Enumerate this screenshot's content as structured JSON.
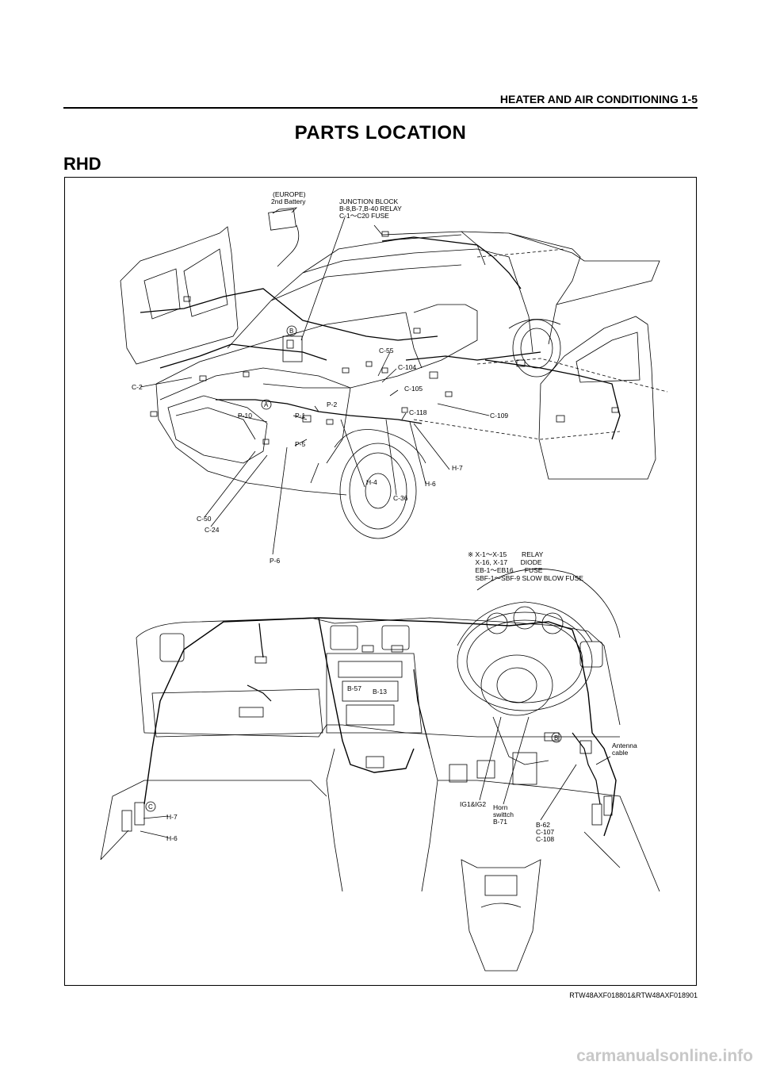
{
  "header": {
    "section": "HEATER AND AIR CONDITIONING  1-5"
  },
  "title": "PARTS LOCATION",
  "subtitle": "RHD",
  "labels": {
    "europe": "(EUROPE)",
    "battery": "2nd Battery",
    "junction1": "JUNCTION BLOCK",
    "junction2": "B-8,B-7,B-40 RELAY",
    "junction3": "C-1～C20 FUSE",
    "c2": "C-2",
    "c55": "C-55",
    "c104": "C-104",
    "c105": "C-105",
    "c118": "C-118",
    "c109": "C-109",
    "p10": "P-10",
    "p1": "P-1",
    "p2": "P-2",
    "p5": "P-5",
    "h4": "H-4",
    "h6_top": "H-6",
    "h7_top": "H-7",
    "c36": "C-36",
    "c50": "C-50",
    "c24": "C-24",
    "p6": "P-6",
    "b57": "B-57",
    "b13": "B-13",
    "antenna1": "Antenna",
    "antenna2": "cable",
    "ig": "IG1&IG2",
    "horn1": "Horn",
    "horn2": "swittch",
    "horn3": "B-71",
    "b62": "B-62",
    "c107": "C-107",
    "c108": "C-108",
    "h7_bot": "H-7",
    "h6_bot": "H-6",
    "circle_a": "A",
    "circle_b": "B",
    "circle_b2": "B",
    "circle_c": "C"
  },
  "note": [
    "※ X-1～X-15        RELAY",
    "    X-16, X-17       DIODE",
    "    EB-1～EB16      FUSE",
    "    SBF-1～SBF-9 SLOW BLOW FUSE"
  ],
  "figure_ref": "RTW48AXF018801&RTW48AXF018901",
  "watermark": "carmanualsonline.info"
}
